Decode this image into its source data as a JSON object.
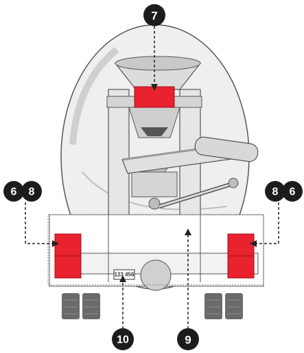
{
  "colors": {
    "red": "#e8222e",
    "red_dark": "#c5151f",
    "drum": "#efefef",
    "outline": "#555555",
    "frame": "#e2e2e2",
    "tire": "#6a6a6a",
    "callout_bg": "#1c1c1c",
    "leader": "#222222"
  },
  "callouts": {
    "top": "7",
    "left_a": "6",
    "left_b": "8",
    "right_a": "8",
    "right_b": "6",
    "bottom_left": "10",
    "bottom_right": "9"
  },
  "license_plate": "123 456"
}
